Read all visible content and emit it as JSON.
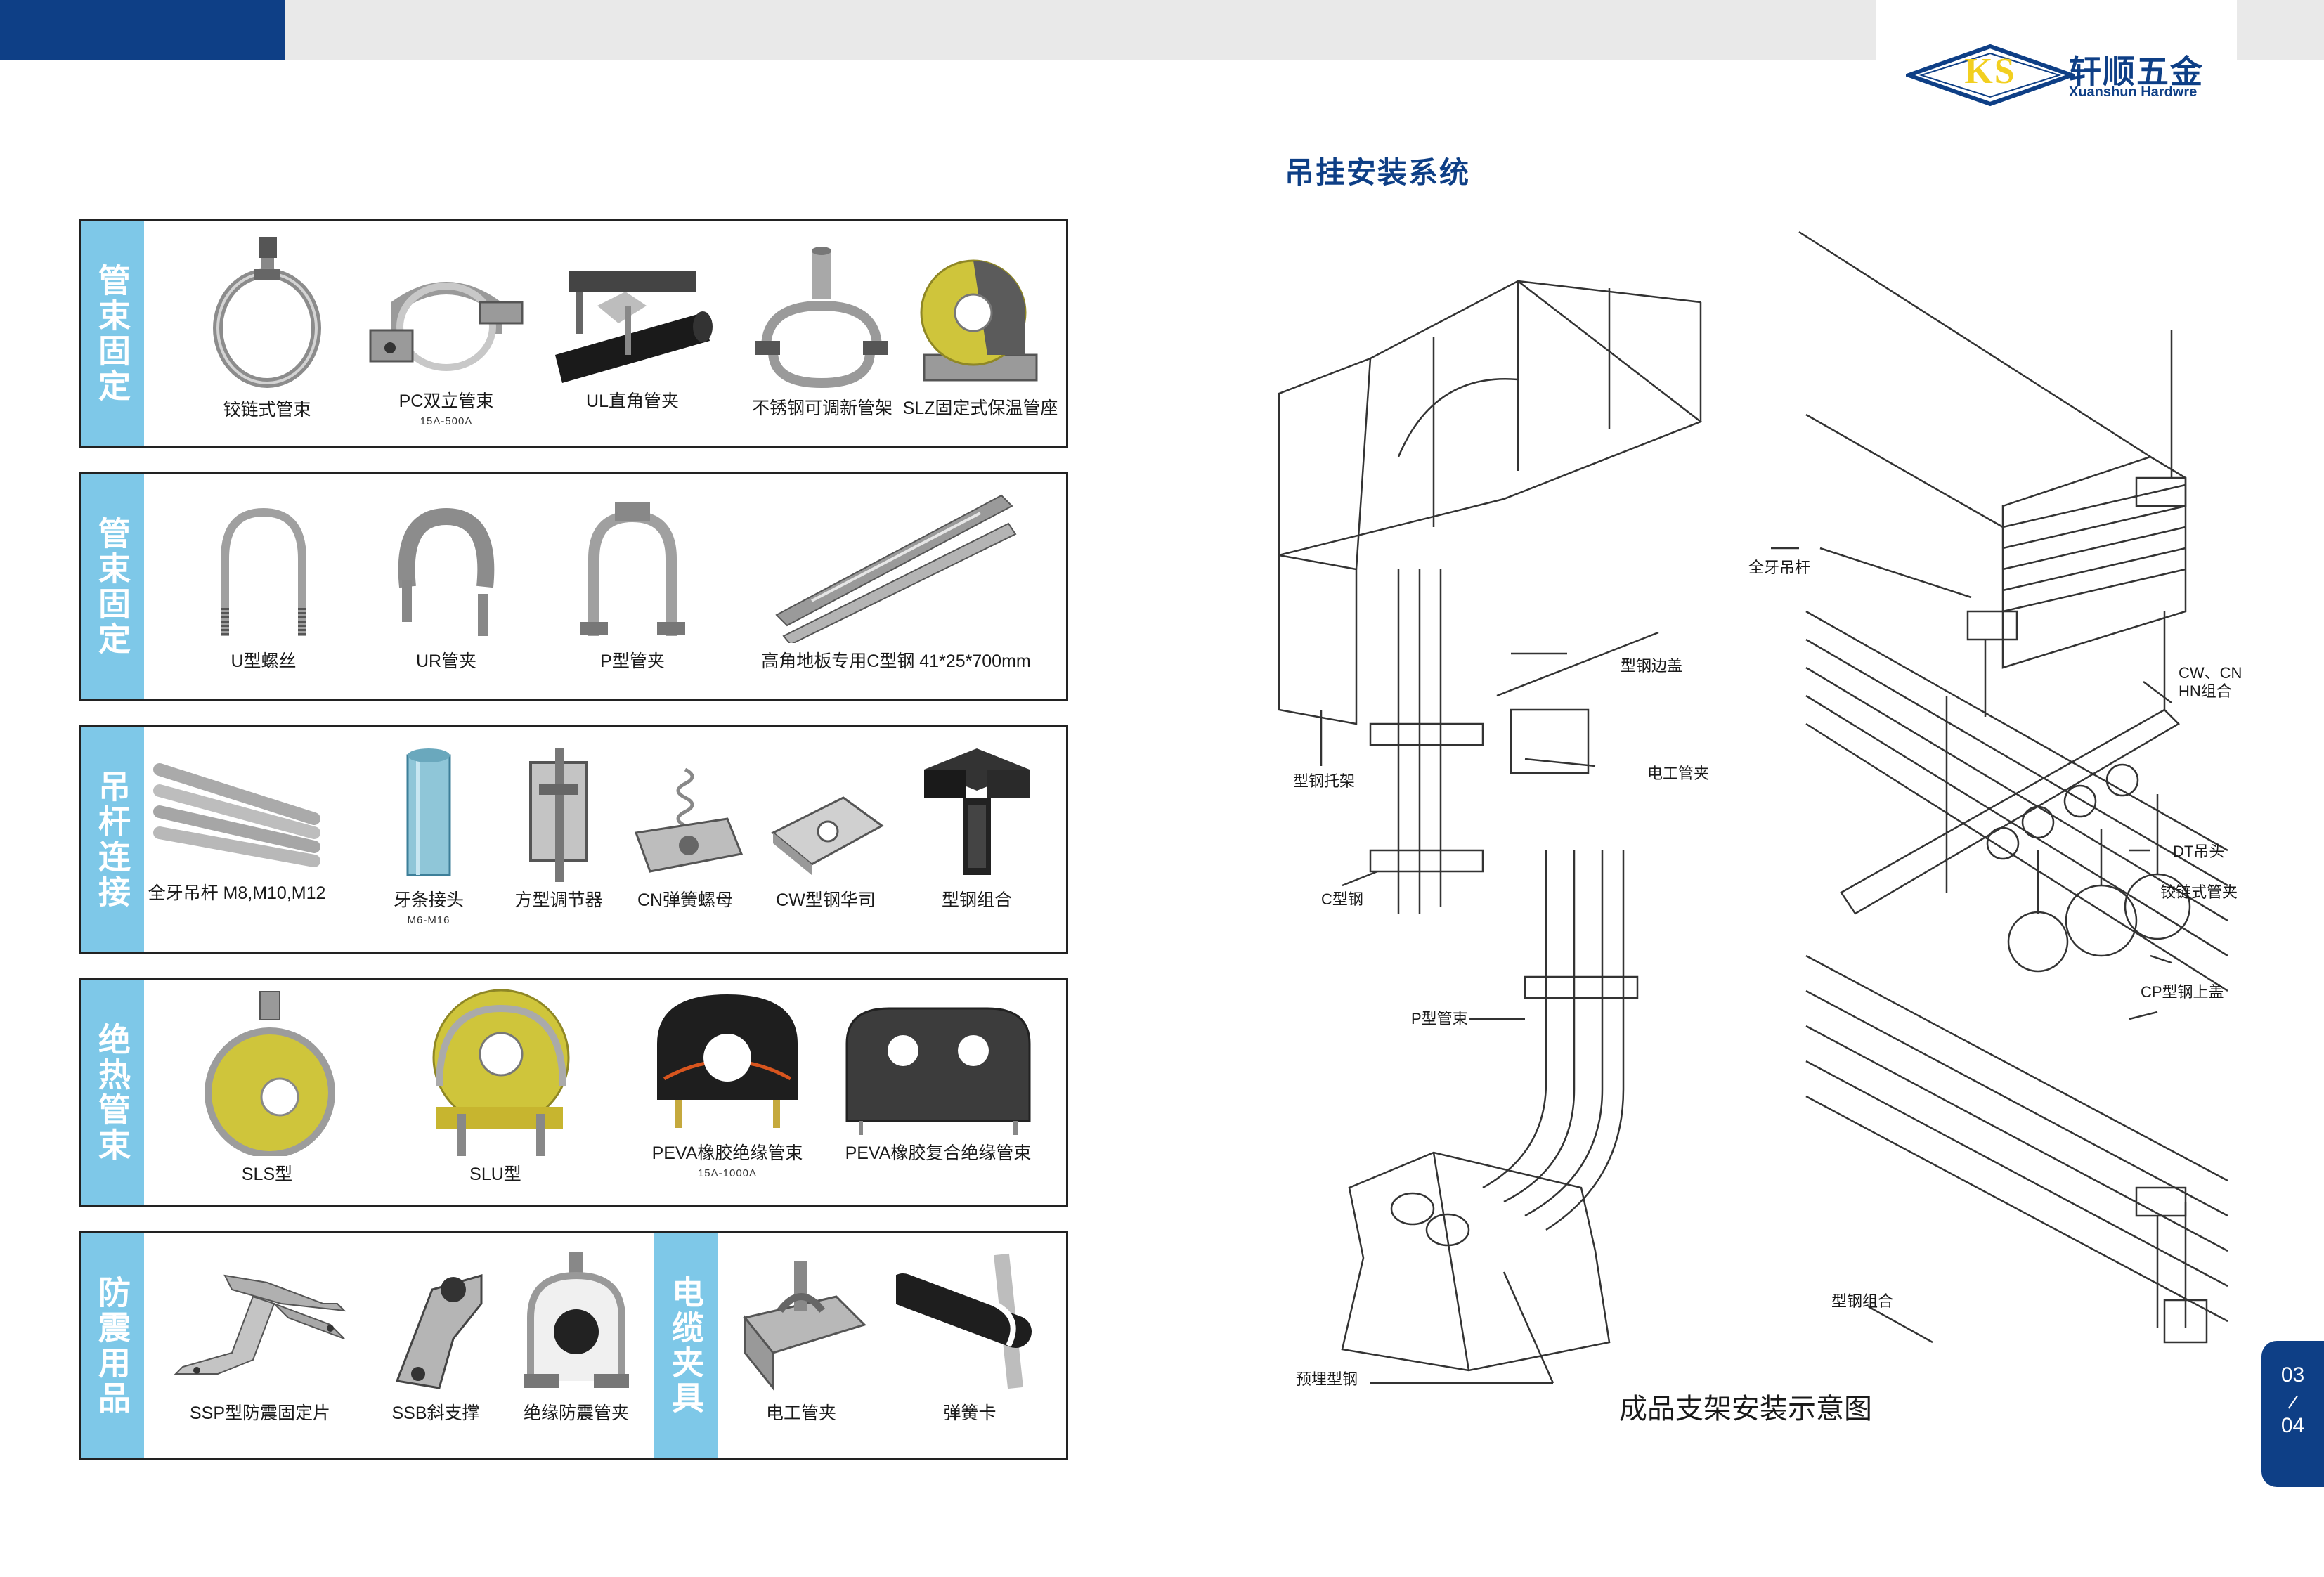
{
  "header": {
    "logo_mark": "KS",
    "brand_cn": "轩顺五金",
    "brand_en": "Xuanshun Hardwre",
    "brand_color": "#0e3f86",
    "accent_color": "#7ec8e8",
    "logo_gold": "#f2cf20"
  },
  "panels": [
    {
      "label": "管束固定",
      "items": [
        {
          "name": "铰链式管束",
          "icon": "hinged-pipe-clamp-icon"
        },
        {
          "name": "PC双立管束",
          "sub": "15A-500A",
          "icon": "double-riser-clamp-icon"
        },
        {
          "name": "UL直角管夹",
          "icon": "right-angle-clamp-icon"
        },
        {
          "name": "不锈钢可调新管架",
          "icon": "adjustable-pipe-hanger-icon"
        },
        {
          "name": "SLZ固定式保温管座",
          "icon": "insulated-pipe-saddle-icon"
        }
      ]
    },
    {
      "label": "管束固定",
      "items": [
        {
          "name": "U型螺丝",
          "icon": "u-bolt-icon"
        },
        {
          "name": "UR管夹",
          "icon": "ur-clamp-icon"
        },
        {
          "name": "P型管夹",
          "icon": "p-clamp-icon"
        },
        {
          "name": "高角地板专用C型钢  41*25*700mm",
          "icon": "c-channel-steel-icon"
        }
      ]
    },
    {
      "label": "吊杆连接",
      "items": [
        {
          "name": "全牙吊杆  M8,M10,M12",
          "icon": "threaded-rod-icon"
        },
        {
          "name": "牙条接头",
          "sub": "M6-M16",
          "icon": "rod-coupler-icon"
        },
        {
          "name": "方型调节器",
          "icon": "square-adjuster-icon"
        },
        {
          "name": "CN弹簧螺母",
          "icon": "spring-nut-icon"
        },
        {
          "name": "CW型钢华司",
          "icon": "channel-washer-icon"
        },
        {
          "name": "型钢组合",
          "icon": "channel-connector-icon"
        }
      ]
    },
    {
      "label": "绝热管束",
      "items": [
        {
          "name": "SLS型",
          "icon": "sls-insulated-clamp-icon"
        },
        {
          "name": "SLU型",
          "icon": "slu-insulated-clamp-icon"
        },
        {
          "name": "PEVA橡胶绝缘管束",
          "sub": "15A-1000A",
          "icon": "rubber-insulated-clamp-icon"
        },
        {
          "name": "PEVA橡胶复合绝缘管束",
          "icon": "composite-insulated-clamp-icon"
        }
      ]
    },
    {
      "label": "防震用品",
      "label2": "电缆夹具",
      "items": [
        {
          "name": "SSP型防震固定片",
          "icon": "seismic-plate-icon"
        },
        {
          "name": "SSB斜支撑",
          "icon": "diagonal-brace-icon"
        },
        {
          "name": "绝缘防震管夹",
          "icon": "seismic-clamp-icon"
        },
        {
          "name": "电工管夹",
          "icon": "conduit-clamp-icon"
        },
        {
          "name": "弹簧卡",
          "icon": "spring-clip-icon"
        }
      ]
    }
  ],
  "right": {
    "title": "吊挂安装系统",
    "caption": "成品支架安装示意图",
    "callouts": {
      "full_thread_rod": "全牙吊杆",
      "channel_cover": "型钢边盖",
      "conduit_clamp": "电工管夹",
      "channel_bracket": "型钢托架",
      "c_channel": "C型钢",
      "p_clamp": "P型管束",
      "embedded_steel": "预埋型钢",
      "cw_cn_1": "CW、CN",
      "cw_cn_2": "HN组合",
      "dt_head": "DT吊头",
      "hinged_clamp": "铰链式管夹",
      "cp_cover": "CP型钢上盖",
      "channel_combo": "型钢组合"
    }
  },
  "page": {
    "current": "03",
    "next": "04"
  }
}
